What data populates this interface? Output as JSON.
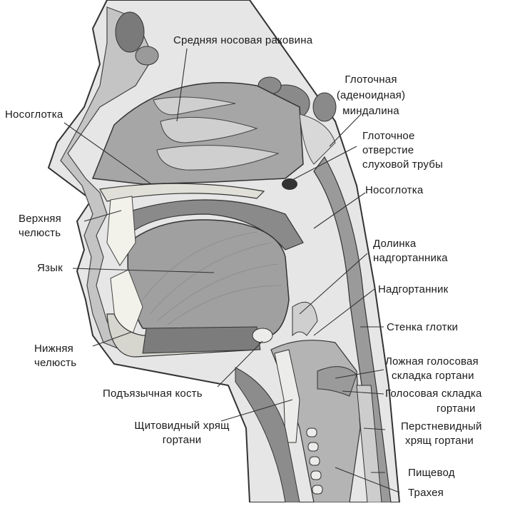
{
  "labels": {
    "middle_turbinate": "Средняя носовая раковина",
    "adenoid_1": "Глоточная",
    "adenoid_2": "(аденоидная)",
    "adenoid_3": "миндалина",
    "nasopharynx_left": "Носоглотка",
    "tube_1": "Глоточное",
    "tube_2": "отверстие",
    "tube_3": "слуховой трубы",
    "nasopharynx_right": "Носоглотка",
    "maxilla_1": "Верхняя",
    "maxilla_2": "челюсть",
    "tongue": "Язык",
    "vallecula_1": "Долинка",
    "vallecula_2": "надгортанника",
    "epiglottis": "Надгортанник",
    "pharynx_wall": "Стенка глотки",
    "mandible_1": "Нижняя",
    "mandible_2": "челюсть",
    "false_fold_1": "Ложная голосовая",
    "false_fold_2": "складка гортани",
    "hyoid": "Подъязычная кость",
    "vocal_fold_1": "Голосовая складка",
    "vocal_fold_2": "гортани",
    "thyroid_1": "Щитовидный хрящ",
    "thyroid_2": "гортани",
    "cricoid_1": "Перстневидный",
    "cricoid_2": "хрящ гортани",
    "esophagus": "Пищевод",
    "trachea": "Трахея"
  },
  "colors": {
    "background": "#ffffff",
    "soft_tissue_light": "#e4e4e4",
    "soft_tissue_mid": "#b8b8b8",
    "soft_tissue_dark": "#8c8c8c",
    "bone": "#dcdcd4",
    "cavity_dark": "#4a4a4a",
    "outline": "#333333"
  }
}
